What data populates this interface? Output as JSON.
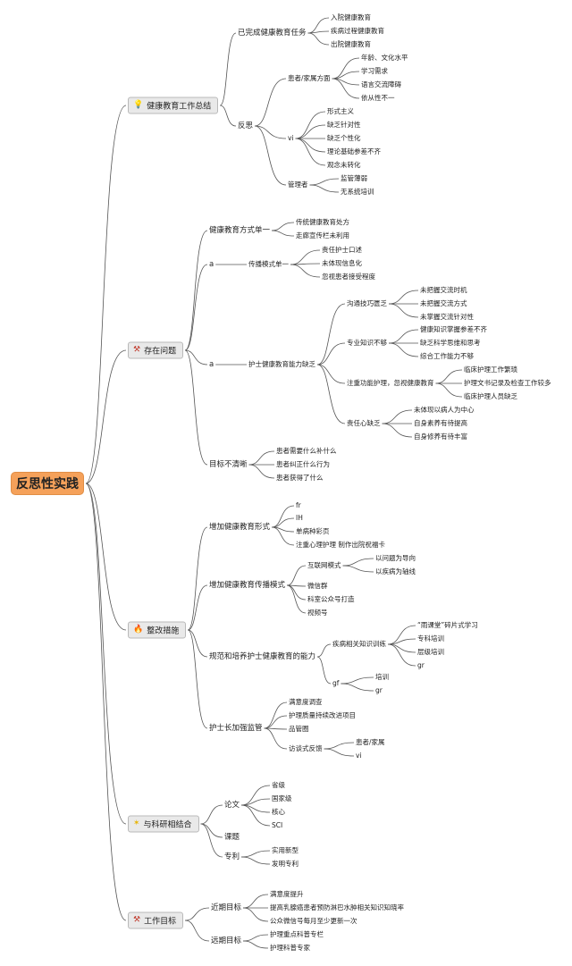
{
  "root": "反思性实践",
  "icons": {
    "summary": "lightbulb-icon",
    "problems": "tools-icon",
    "rectify": "fire-icon",
    "research": "star-icon",
    "goals": "tools-icon"
  },
  "sections": {
    "summary": {
      "title": "健康教育工作总结",
      "done": {
        "label": "已完成健康教育任务",
        "items": [
          "入院健康教育",
          "疾病过程健康教育",
          "出院健康教育"
        ]
      },
      "reflect": {
        "label": "反思",
        "patient": {
          "label": "患者/家属方面",
          "items": [
            "年龄、文化水平",
            "学习需求",
            "语言交流障碍",
            "依从性不一"
          ]
        },
        "vi": {
          "label": "vi",
          "items": [
            "形式主义",
            "缺乏针对性",
            "缺乏个性化",
            "理论基础参差不齐",
            "观念未转化"
          ]
        },
        "manager": {
          "label": "管理者",
          "items": [
            "监管薄弱",
            "无系统培训"
          ]
        }
      }
    },
    "problems": {
      "title": "存在问题",
      "single": {
        "label": "健康教育方式单一",
        "items": [
          "传统健康教育处方",
          "走廊宣传栏未利用"
        ]
      },
      "a1": {
        "label": "a",
        "sub": {
          "label": "传播模式单一",
          "items": [
            "责任护士口述",
            "未体现信息化",
            "忽视患者接受程度"
          ]
        }
      },
      "a2": {
        "label": "a",
        "sub": {
          "label": "护士健康教育能力缺乏",
          "comm": {
            "label": "沟通技巧匮乏",
            "items": [
              "未把握交流时机",
              "未把握交流方式",
              "未掌握交流针对性"
            ]
          },
          "know": {
            "label": "专业知识不够",
            "items": [
              "健康知识掌握参差不齐",
              "缺乏科学思维和思考",
              "综合工作能力不够"
            ]
          },
          "func": {
            "label": "注重功能护理，忽视健康教育",
            "items": [
              "临床护理工作繁琐",
              "护理文书记录及检查工作较多",
              "临床护理人员缺乏"
            ]
          },
          "resp": {
            "label": "责任心缺乏",
            "items": [
              "未体现以病人为中心",
              "自身素养有待提高",
              "自身修养有待丰富"
            ]
          }
        }
      },
      "goal": {
        "label": "目标不清晰",
        "items": [
          "患者需要什么补什么",
          "患者纠正什么行为",
          "患者获得了什么"
        ]
      }
    },
    "rectify": {
      "title": "整改措施",
      "form": {
        "label": "增加健康教育形式",
        "items": [
          "fr",
          "IH",
          "单病种彩页",
          "注重心理护理 制作出院祝福卡"
        ]
      },
      "mode": {
        "label": "增加健康教育传播模式",
        "internet": {
          "label": "互联网模式",
          "items": [
            "以问题为导向",
            "以疾病为轴线"
          ]
        },
        "items": [
          "微信群",
          "科室公众号打造",
          "视频号"
        ]
      },
      "train": {
        "label": "规范和培养护士健康教育的能力",
        "disease": {
          "label": "疾病相关知识训练",
          "items": [
            "“雨课堂”碎片式学习",
            "专科培训",
            "层级培训",
            "gr"
          ]
        },
        "gf": {
          "label": "gf",
          "items": [
            "培训",
            "gr"
          ]
        }
      },
      "supervise": {
        "label": "护士长加强监管",
        "items": [
          "满意度调查",
          "护理质量持续改进项目",
          "品管圈"
        ],
        "visit": {
          "label": "访谈式反馈",
          "items": [
            "患者/家属",
            "vi"
          ]
        }
      }
    },
    "research": {
      "title": "与科研相结合",
      "paper": {
        "label": "论文",
        "items": [
          "省级",
          "国家级",
          "核心",
          "SCI"
        ]
      },
      "topic": {
        "label": "课题"
      },
      "patent": {
        "label": "专利",
        "items": [
          "实用新型",
          "发明专利"
        ]
      }
    },
    "goals": {
      "title": "工作目标",
      "near": {
        "label": "近期目标",
        "items": [
          "满意度提升",
          "提高乳腺癌患者预防淋巴水肿相关知识知晓率",
          "公众微信号每月至少更新一次"
        ]
      },
      "far": {
        "label": "远期目标",
        "items": [
          "护理重点科普专栏",
          "护理科普专家"
        ]
      }
    }
  }
}
